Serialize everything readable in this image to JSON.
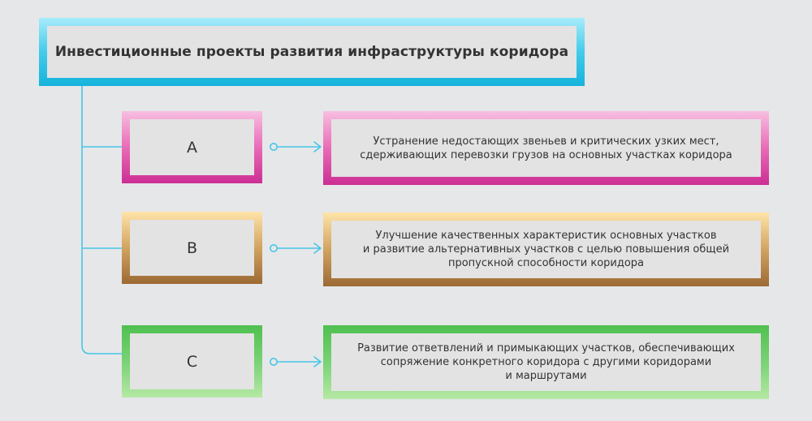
{
  "title": "Инвестиционные проекты развития инфраструктуры коридора",
  "rows": [
    {
      "letter": "A",
      "description": "Устранение недостающих звеньев и критических узких мест,\nсдерживающих перевозки грузов на основных участках коридора"
    },
    {
      "letter": "B",
      "description": "Улучшение качественных характеристик основных участков\nи развитие альтернативных участков с целью повышения общей\nпропускной способности коридора"
    },
    {
      "letter": "C",
      "description": "Развитие ответвлений и примыкающих участков, обеспечивающих\nсопряжение конкретного коридора с другими коридорами\nи маршрутами"
    }
  ],
  "colors": {
    "background": "#e6e7e9",
    "box_fill": "#e3e3e3",
    "title_border": "#44cbea",
    "row_a_border": "#e86cb7",
    "row_b_border": "#c69455",
    "row_c_border": "#63c85f",
    "connector": "#47c6e8"
  }
}
